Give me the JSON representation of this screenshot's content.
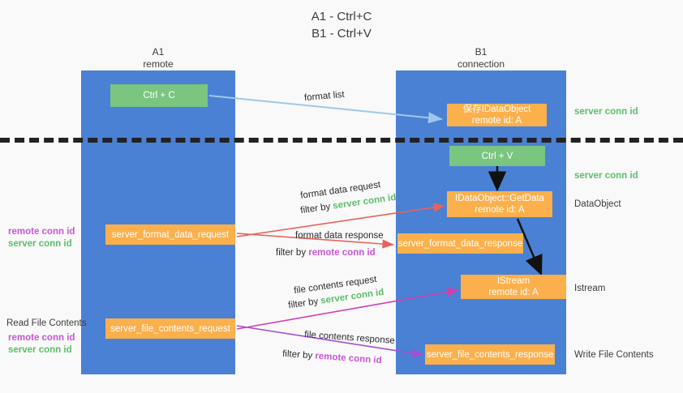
{
  "title": "A1 - Ctrl+C\nB1 - Ctrl+V",
  "columns": {
    "a": {
      "header": "A1\nremote"
    },
    "b": {
      "header": "B1\nconnection"
    }
  },
  "boxes": {
    "ctrl_c": "Ctrl + C",
    "ctrl_v": "Ctrl + V",
    "idataobject": "保存IDataObject\nremote id: A",
    "getdata": "IDataObject::GetData\nremote id: A",
    "istream": "IStream\nremote id: A",
    "server_format_data_request": "server_format_data_request",
    "server_format_data_response": "server_format_data_response",
    "server_file_contents_request": "server_file_contents_request",
    "server_file_contents_response": "server_file_contents_response"
  },
  "right_labels": {
    "server_conn_id_1": "server conn id",
    "server_conn_id_2": "server conn id",
    "dataobject": "DataObject",
    "istream": "Istream",
    "write_file_contents": "Write File Contents"
  },
  "left_labels": {
    "remote_conn_id_1": "remote conn id",
    "server_conn_id_1": "server conn id",
    "read_file_contents": "Read File Contents",
    "remote_conn_id_2": "remote conn id",
    "server_conn_id_2": "server conn id"
  },
  "edges": {
    "format_list": "format list",
    "format_data_request": "format data request",
    "format_data_request_filter_prefix": "filter by ",
    "format_data_request_filter_value": "server conn id",
    "format_data_response": "format data response",
    "format_data_response_filter_prefix": "filter by ",
    "format_data_response_filter_value": "remote conn id",
    "file_contents_request": "file contents request",
    "file_contents_request_filter_prefix": "filter by ",
    "file_contents_request_filter_value": "server conn id",
    "file_contents_response": "file contents response",
    "file_contents_response_filter_prefix": "filter by ",
    "file_contents_response_filter_value": "remote conn id"
  },
  "colors": {
    "lane_blue": "#4a81d4",
    "box_green": "#7ac57f",
    "box_orange": "#fbb04b",
    "green_text": "#5bbd6a",
    "purple_text": "#c755d6",
    "arrow_lightblue": "#9fc8e8",
    "arrow_red": "#e8615c",
    "arrow_magenta": "#d13fb0",
    "arrow_purple": "#a44fd0",
    "arrow_black": "#111111"
  }
}
